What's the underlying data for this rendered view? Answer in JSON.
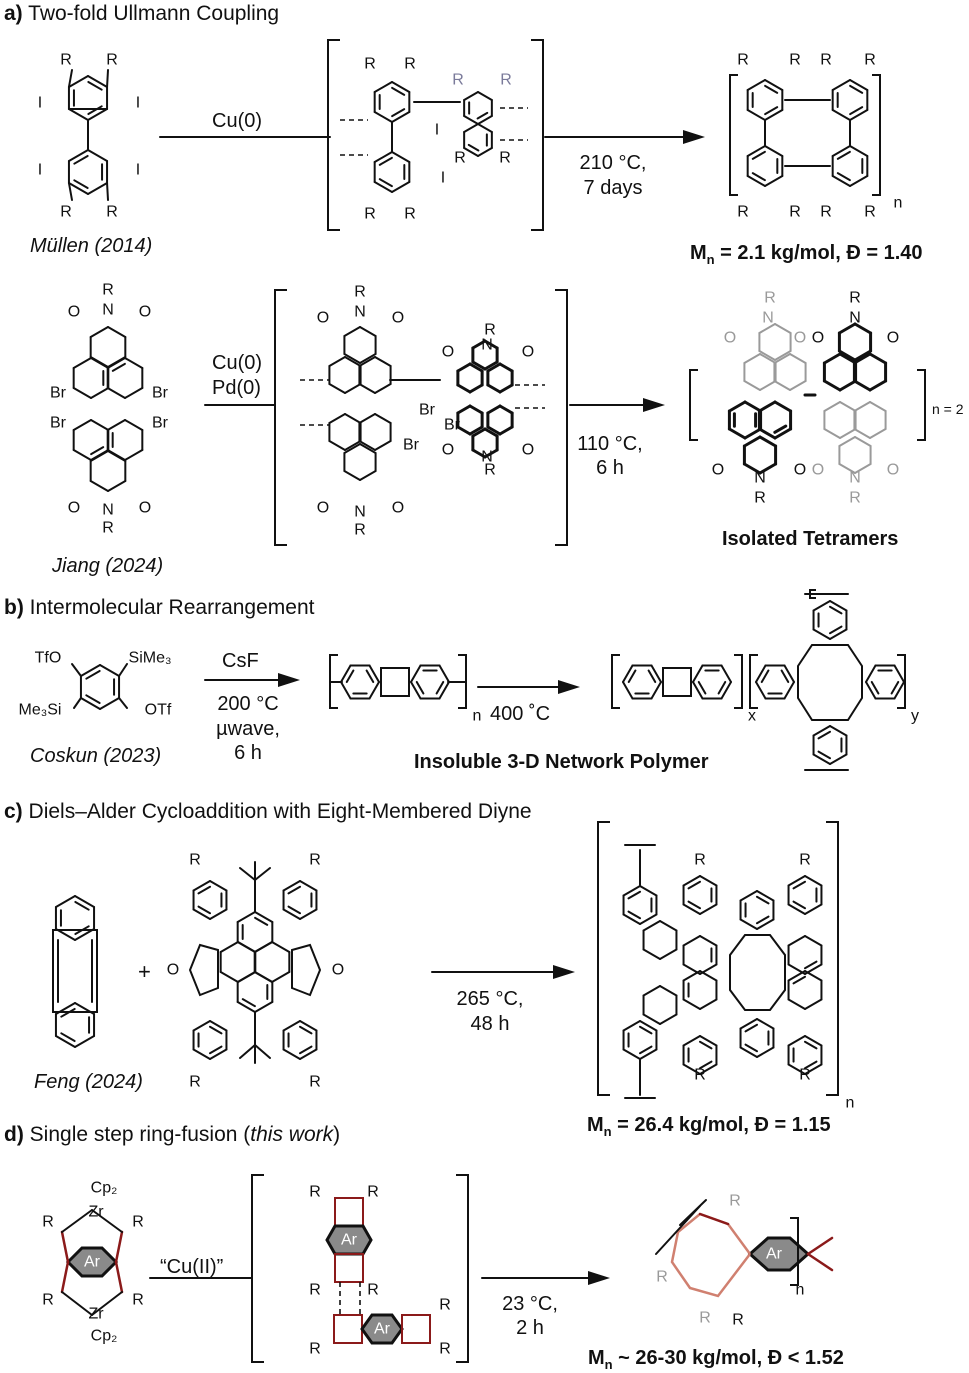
{
  "sections": {
    "a": {
      "label": "a)",
      "title": "Two-fold Ullmann Coupling",
      "row1": {
        "author": "Müllen (2014)",
        "reagent1": "Cu(0)",
        "cond_temp": "210 °C,",
        "cond_time": "7 days",
        "result_prefix": "M",
        "result_sub": "n",
        "result_rest": " = 2.1 kg/mol, Đ = 1.40"
      },
      "row2": {
        "author": "Jiang (2024)",
        "reagent1": "Cu(0)",
        "reagent2": "Pd(0)",
        "cond_temp": "110 °C,",
        "cond_time": "6 h",
        "result": "Isolated Tetramers",
        "n_label": "n = 2"
      }
    },
    "b": {
      "label": "b)",
      "title": "Intermolecular Rearrangement",
      "author": "Coskun (2023)",
      "reagent": "CsF",
      "cond_temp": "200 °C",
      "cond_mw": "µwave,",
      "cond_time": "6 h",
      "cond2": "400 ˚C",
      "result": "Insoluble 3-D Network Polymer"
    },
    "c": {
      "label": "c)",
      "title": "Diels–Alder Cycloaddition with Eight-Membered Diyne",
      "author": "Feng (2024)",
      "plus": "+",
      "cond_temp": "265 °C,",
      "cond_time": "48 h",
      "result_prefix": "M",
      "result_sub": "n",
      "result_rest": " = 26.4 kg/mol, Đ = 1.15"
    },
    "d": {
      "label": "d)",
      "title_pre": "Single step ring-fusion (",
      "title_it": "this work",
      "title_post": ")",
      "reagent": "“Cu(II)”",
      "cond_temp": "23 °C,",
      "cond_time": "2 h",
      "result_prefix": "M",
      "result_sub": "n",
      "result_rest": " ~ 26-30 kg/mol,  Đ < 1.52"
    }
  },
  "atoms": {
    "R": "R",
    "I": "I",
    "O": "O",
    "N": "N",
    "Br": "Br",
    "Ar": "Ar",
    "Zr": "Zr",
    "Cp2": "Cp₂",
    "n": "n",
    "x": "x",
    "y": "y",
    "TfO": "TfO",
    "OTf": "OTf",
    "SiMe3": "SiMe₃",
    "Me3Si": "Me₃Si"
  },
  "colors": {
    "ink": "#111111",
    "gray_fragment": "#9a9a9a",
    "purple_bond": "#7a7a9a",
    "red_bond": "#8b1a1a",
    "pink_bond": "#d08070",
    "ar_fill": "#8a8a8a"
  }
}
